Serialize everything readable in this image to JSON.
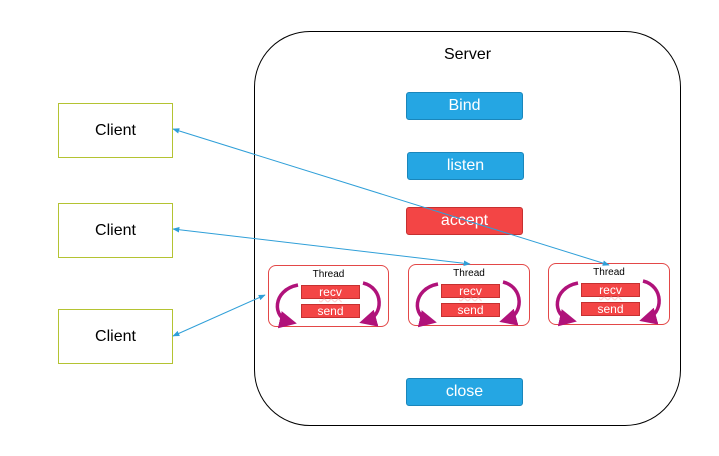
{
  "server": {
    "title": "Server"
  },
  "steps": {
    "bind": "Bind",
    "listen": "listen",
    "accept": "accept",
    "close": "close"
  },
  "clients": [
    {
      "label": "Client"
    },
    {
      "label": "Client"
    },
    {
      "label": "Client"
    }
  ],
  "threads": [
    {
      "title": "Thread",
      "recv": "recv",
      "send": "send"
    },
    {
      "title": "Thread",
      "recv": "recv",
      "send": "send"
    },
    {
      "title": "Thread",
      "recv": "recv",
      "send": "send"
    }
  ],
  "colors": {
    "blue_block": "#25a6e3",
    "red_block": "#f34545",
    "client_border": "#b4c332",
    "connector": "#2f9fd8",
    "loop_arrow": "#b0127a"
  }
}
